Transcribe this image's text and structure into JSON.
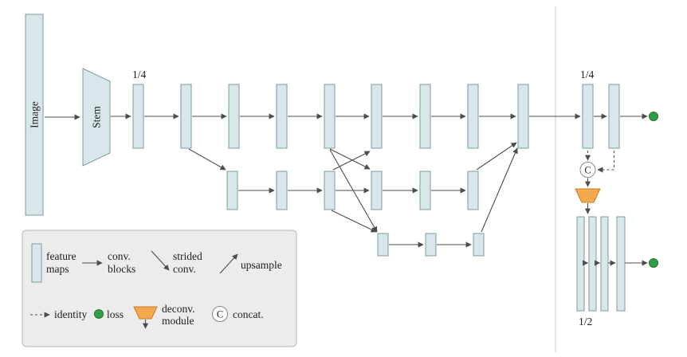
{
  "figure": {
    "backbone": {
      "input_label": "Image",
      "stem_label": "Stem",
      "scale_label": "1/4"
    },
    "head": {
      "scale_top_label": "1/4",
      "scale_bottom_label": "1/2",
      "concat_symbol": "C"
    },
    "legend": {
      "feature_line1": "feature",
      "feature_line2": "maps",
      "conv_line1": "conv.",
      "conv_line2": "blocks",
      "strided_line1": "strided",
      "strided_line2": "conv.",
      "upsample": "upsample",
      "identity": "identity",
      "loss": "loss",
      "deconv_line1": "deconv.",
      "deconv_line2": "module",
      "concat_symbol": "C",
      "concat": "concat."
    },
    "colors": {
      "feature_map_fill": "#d8e8ea",
      "feature_map_stroke": "#7d9b9f",
      "arrow": "#4d4d4d",
      "loss_dot_fill": "#2e9e47",
      "loss_dot_stroke": "#1e7a33",
      "deconv_fill": "#f5a94f",
      "deconv_stroke": "#c9792b",
      "legend_bg": "#ececec",
      "legend_border": "#b8b8b8",
      "divider": "#c8c8c8"
    }
  }
}
